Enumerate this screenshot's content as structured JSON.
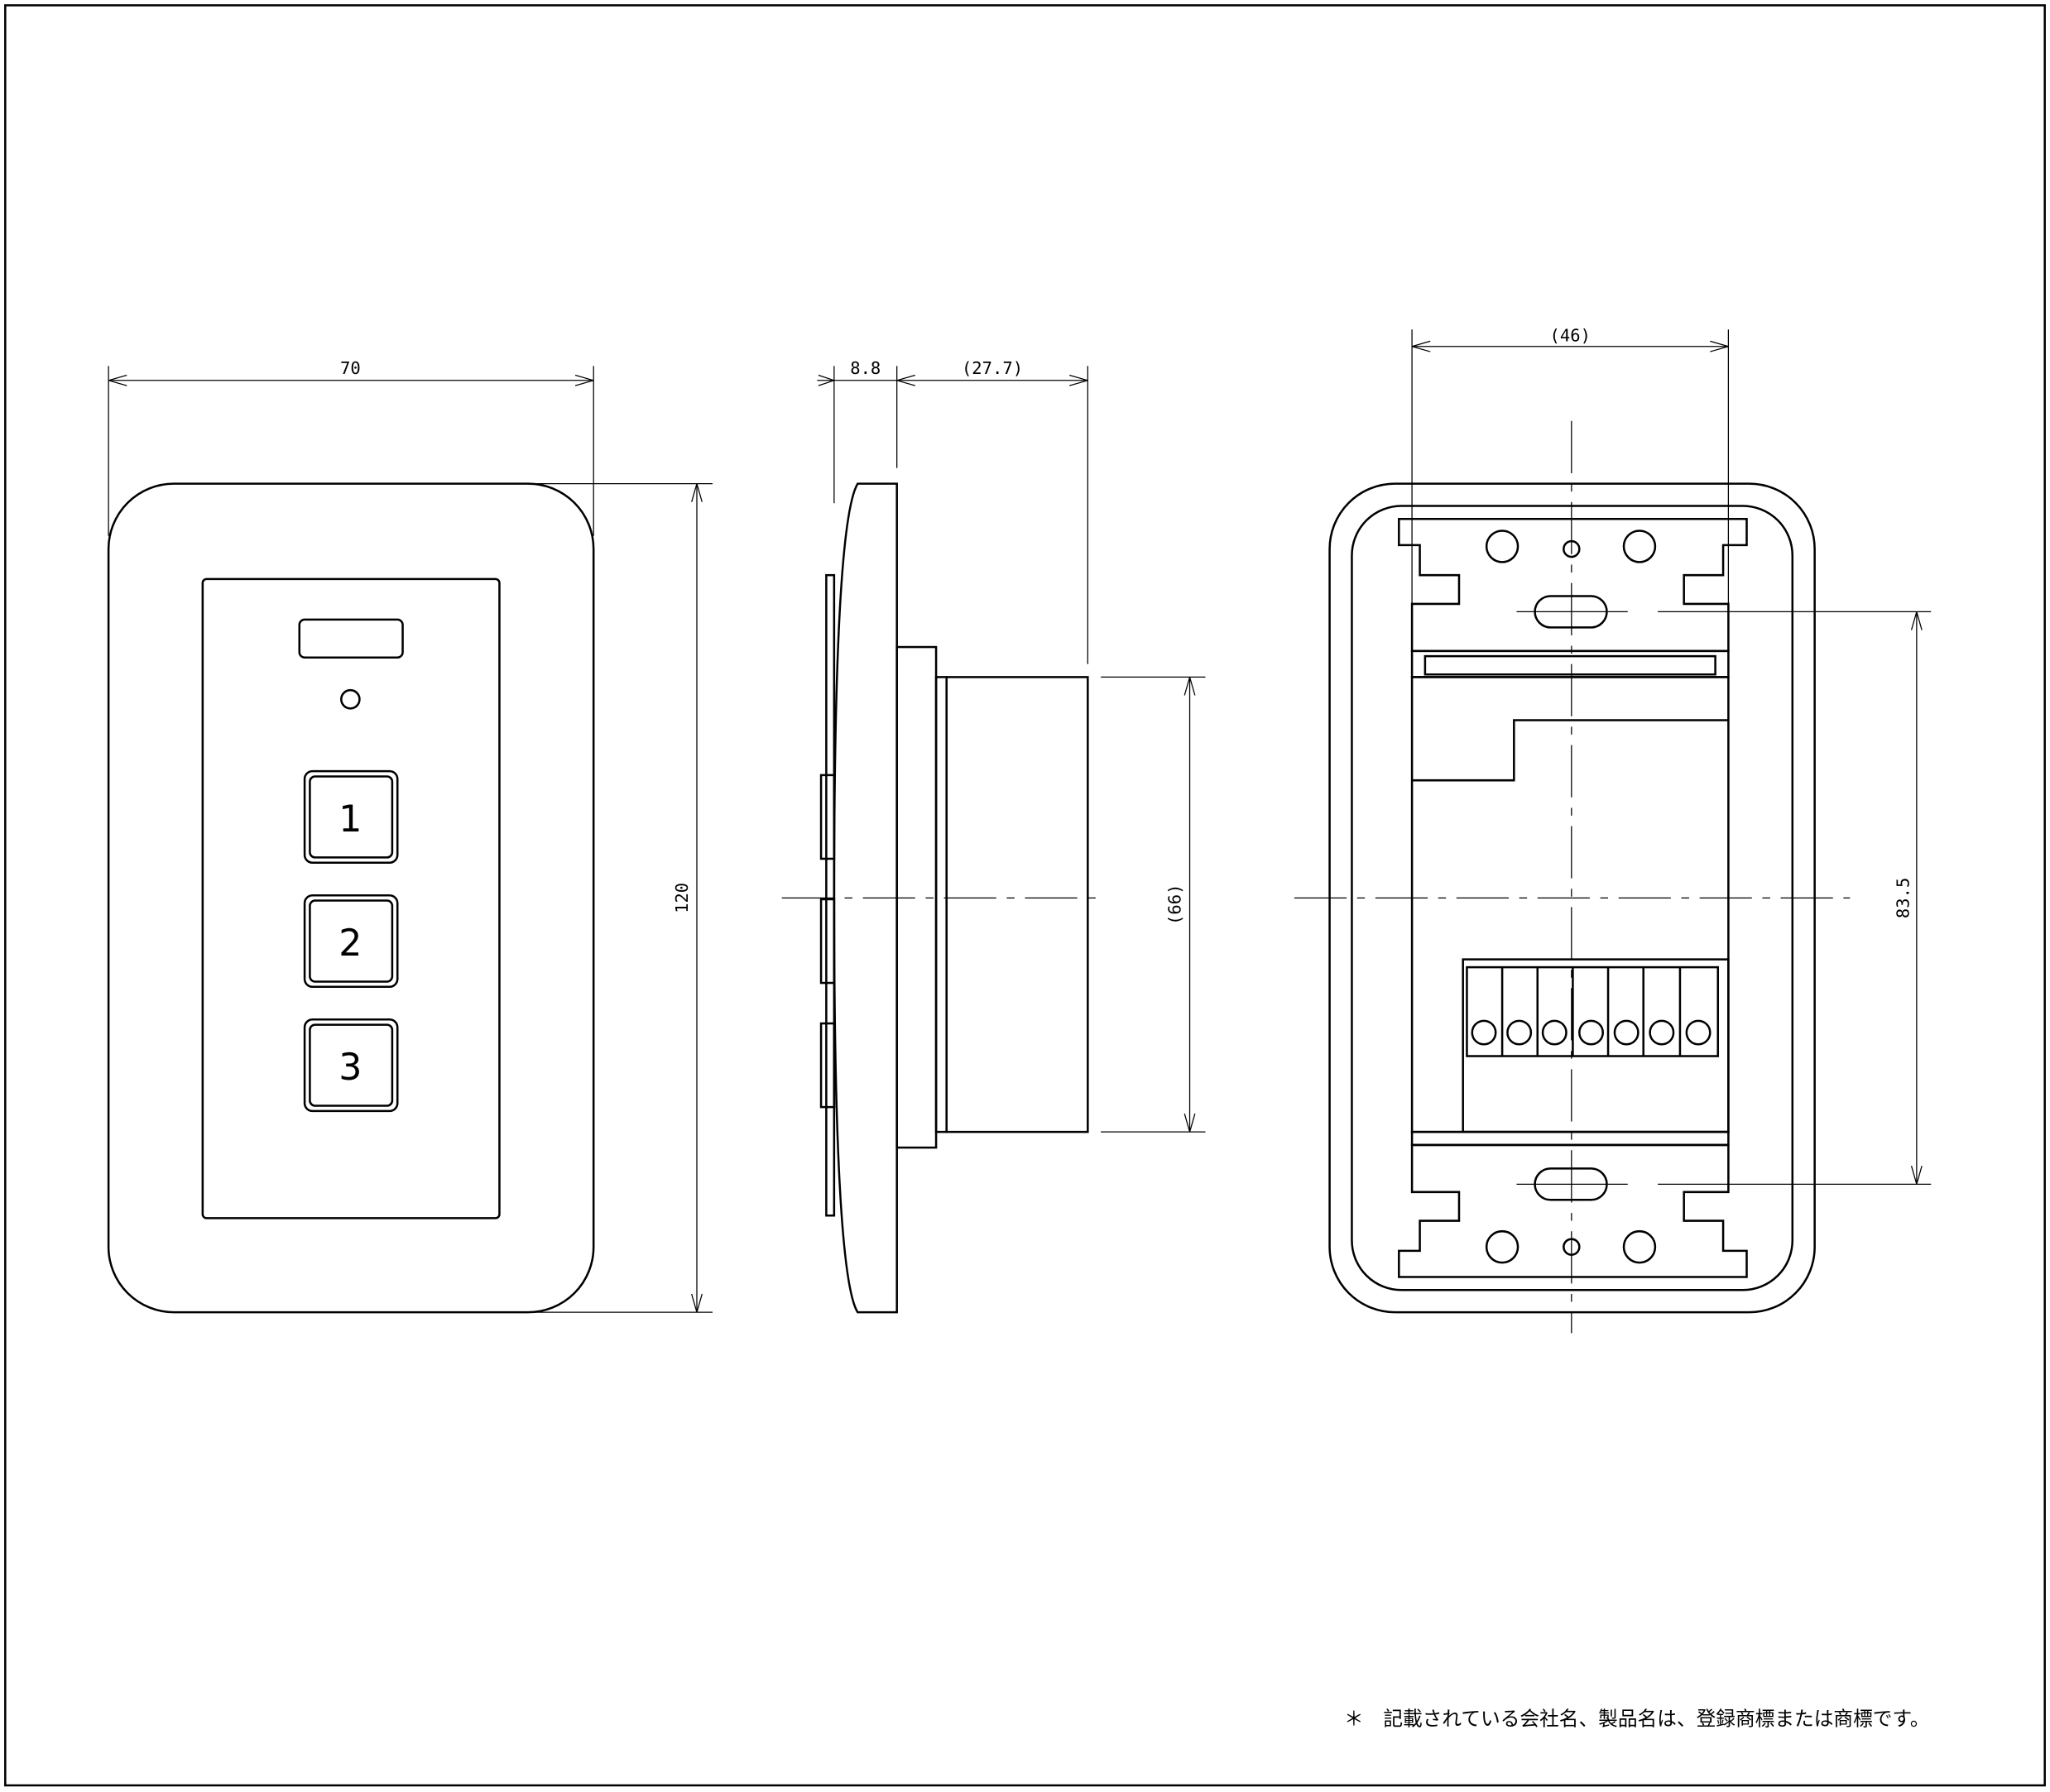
{
  "front_view": {
    "buttons": [
      "1",
      "2",
      "3"
    ],
    "dim_width": "70",
    "dim_height": "120"
  },
  "side_view": {
    "dim_plate": "8.8",
    "dim_depth": "(27.7)",
    "dim_body_height": "(66)"
  },
  "rear_view": {
    "dim_width": "(46)",
    "dim_mount_pitch": "83.5",
    "terminal_count": 7
  },
  "footnote": {
    "mark": "＊",
    "text": "記載されている会社名、製品名は、登録商標または商標です。"
  }
}
